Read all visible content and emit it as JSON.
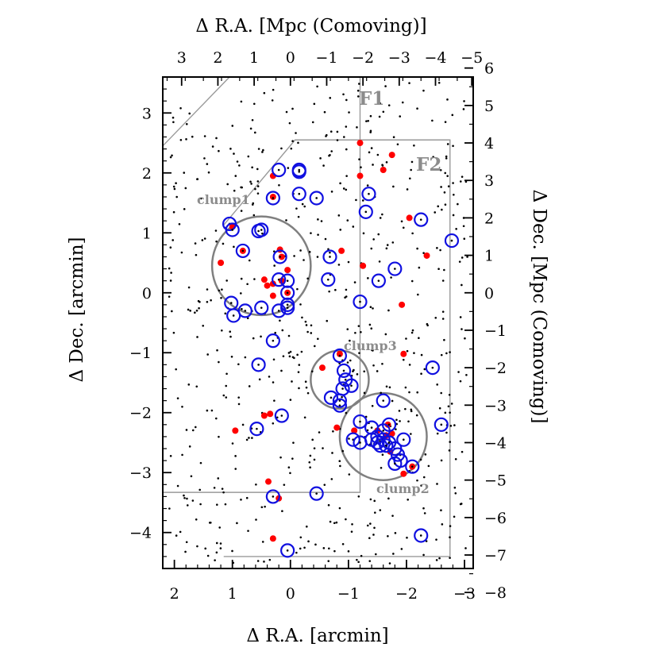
{
  "chart_data": {
    "type": "scatter",
    "title": "",
    "xlabel": "Δ R.A. [arcmin]",
    "ylabel": "Δ Dec. [arcmin]",
    "x2label": "Δ R.A. [Mpc (Comoving)]",
    "y2label": "Δ Dec. [Mpc (Comoving)]",
    "xlim": [
      2.2,
      -3.15
    ],
    "ylim": [
      -4.6,
      3.6
    ],
    "x_ticks": [
      "2",
      "1",
      "0",
      "−1",
      "−2",
      "−3"
    ],
    "y_ticks": [
      "−4",
      "−3",
      "−2",
      "−1",
      "0",
      "1",
      "2",
      "3"
    ],
    "x2_ticks": [
      "3",
      "2",
      "1",
      "0",
      "−1",
      "−2",
      "−3",
      "−4",
      "−5"
    ],
    "y2_ticks": [
      "−8",
      "−7",
      "−6",
      "−5",
      "−4",
      "−3",
      "−2",
      "−1",
      "0",
      "1",
      "2",
      "3",
      "4",
      "5",
      "6"
    ],
    "regions": [
      {
        "name": "F1",
        "outline": [
          [
            2.2,
            2.45
          ],
          [
            1.05,
            3.6
          ],
          [
            -1.2,
            3.6
          ],
          [
            -1.2,
            -3.33
          ],
          [
            2.2,
            -3.33
          ]
        ]
      },
      {
        "name": "F2",
        "outline": [
          [
            1.15,
            1.13
          ],
          [
            -0.08,
            2.55
          ],
          [
            -2.75,
            2.55
          ],
          [
            -2.75,
            -4.4
          ],
          [
            1.15,
            -4.4
          ]
        ]
      }
    ],
    "clumps": [
      {
        "name": "clump1",
        "x": 0.5,
        "y": 0.45,
        "r": 0.85
      },
      {
        "name": "clump2",
        "x": -1.6,
        "y": -2.4,
        "r": 0.75
      },
      {
        "name": "clump3",
        "x": -0.85,
        "y": -1.45,
        "r": 0.5
      }
    ],
    "series": [
      {
        "marker": "dot",
        "color": "#000000",
        "count": 650
      },
      {
        "marker": "filled-circle",
        "color": "#ff0000",
        "points": [
          [
            -1.2,
            2.5
          ],
          [
            -1.75,
            2.3
          ],
          [
            -1.6,
            2.05
          ],
          [
            0.3,
            1.95
          ],
          [
            -1.2,
            1.95
          ],
          [
            0.3,
            1.6
          ],
          [
            -2.05,
            1.25
          ],
          [
            1.0,
            1.1
          ],
          [
            0.82,
            0.7
          ],
          [
            0.18,
            0.72
          ],
          [
            0.15,
            0.6
          ],
          [
            -0.88,
            0.7
          ],
          [
            -2.35,
            0.62
          ],
          [
            1.2,
            0.5
          ],
          [
            -1.25,
            0.45
          ],
          [
            0.05,
            0.38
          ],
          [
            0.45,
            0.22
          ],
          [
            0.3,
            0.15
          ],
          [
            0.15,
            0.2
          ],
          [
            0.05,
            0.0
          ],
          [
            0.4,
            0.12
          ],
          [
            -1.92,
            -0.2
          ],
          [
            -1.95,
            -1.02
          ],
          [
            -0.55,
            -1.25
          ],
          [
            0.45,
            -2.05
          ],
          [
            0.35,
            -2.02
          ],
          [
            -0.8,
            -2.25
          ],
          [
            -1.5,
            -2.3
          ],
          [
            -1.68,
            -2.2
          ],
          [
            -1.75,
            -2.35
          ],
          [
            -1.65,
            -2.38
          ],
          [
            -1.1,
            -2.3
          ],
          [
            0.95,
            -2.3
          ],
          [
            -1.72,
            -2.65
          ],
          [
            -1.95,
            -3.02
          ],
          [
            -2.1,
            -2.9
          ],
          [
            0.38,
            -3.15
          ],
          [
            0.2,
            -3.43
          ],
          [
            0.3,
            -4.1
          ],
          [
            -0.85,
            -1.02
          ],
          [
            0.3,
            -0.05
          ]
        ]
      },
      {
        "marker": "open-circle",
        "color": "#1010e0",
        "points": [
          [
            0.2,
            2.05
          ],
          [
            -0.15,
            2.05
          ],
          [
            -0.15,
            2.02
          ],
          [
            -0.15,
            1.65
          ],
          [
            0.3,
            1.58
          ],
          [
            -0.45,
            1.58
          ],
          [
            -1.35,
            1.65
          ],
          [
            -1.3,
            1.35
          ],
          [
            -2.25,
            1.22
          ],
          [
            1.05,
            1.15
          ],
          [
            1.0,
            1.05
          ],
          [
            0.5,
            1.05
          ],
          [
            0.55,
            1.03
          ],
          [
            0.82,
            0.7
          ],
          [
            0.18,
            0.6
          ],
          [
            -0.68,
            0.6
          ],
          [
            -2.78,
            0.87
          ],
          [
            -1.8,
            0.4
          ],
          [
            -0.65,
            0.22
          ],
          [
            -1.52,
            0.2
          ],
          [
            0.2,
            0.22
          ],
          [
            0.05,
            0.2
          ],
          [
            0.05,
            0.0
          ],
          [
            -1.2,
            -0.15
          ],
          [
            1.02,
            -0.17
          ],
          [
            0.05,
            -0.2
          ],
          [
            0.98,
            -0.38
          ],
          [
            0.78,
            -0.3
          ],
          [
            0.5,
            -0.25
          ],
          [
            0.2,
            -0.3
          ],
          [
            0.05,
            -0.25
          ],
          [
            0.3,
            -0.8
          ],
          [
            -0.85,
            -1.05
          ],
          [
            0.55,
            -1.2
          ],
          [
            -0.92,
            -1.3
          ],
          [
            -0.95,
            -1.45
          ],
          [
            -1.05,
            -1.55
          ],
          [
            -0.9,
            -1.6
          ],
          [
            -2.45,
            -1.25
          ],
          [
            -0.85,
            -1.8
          ],
          [
            -0.85,
            -1.88
          ],
          [
            -0.7,
            -1.75
          ],
          [
            -1.6,
            -1.8
          ],
          [
            0.15,
            -2.05
          ],
          [
            -1.2,
            -2.15
          ],
          [
            -1.4,
            -2.25
          ],
          [
            -1.7,
            -2.2
          ],
          [
            -1.5,
            -2.4
          ],
          [
            -1.6,
            -2.3
          ],
          [
            0.58,
            -2.27
          ],
          [
            -2.6,
            -2.2
          ],
          [
            -1.08,
            -2.45
          ],
          [
            -1.2,
            -2.5
          ],
          [
            -1.4,
            -2.45
          ],
          [
            -1.5,
            -2.5
          ],
          [
            -1.55,
            -2.55
          ],
          [
            -1.6,
            -2.45
          ],
          [
            -1.65,
            -2.55
          ],
          [
            -1.7,
            -2.5
          ],
          [
            -1.8,
            -2.6
          ],
          [
            -1.85,
            -2.7
          ],
          [
            -1.9,
            -2.8
          ],
          [
            -1.95,
            -2.45
          ],
          [
            -1.8,
            -2.85
          ],
          [
            -2.1,
            -2.9
          ],
          [
            0.3,
            -3.4
          ],
          [
            -0.45,
            -3.35
          ],
          [
            -2.25,
            -4.05
          ],
          [
            0.05,
            -4.3
          ]
        ]
      }
    ]
  }
}
